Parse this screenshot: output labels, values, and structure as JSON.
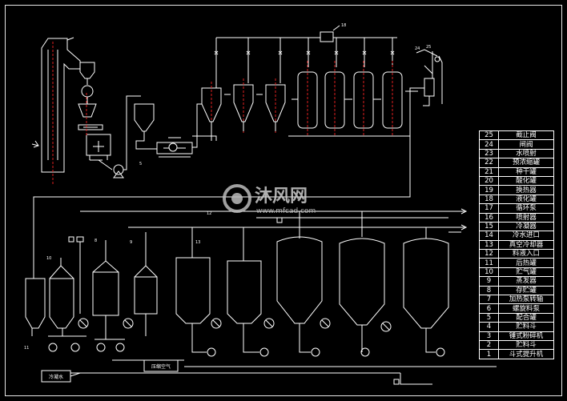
{
  "watermark": {
    "brand": "沐风网",
    "url": "www.mfcad.com"
  },
  "legend": [
    {
      "no": "25",
      "name": "截止阀"
    },
    {
      "no": "24",
      "name": "闸阀"
    },
    {
      "no": "23",
      "name": "水喷射"
    },
    {
      "no": "22",
      "name": "预浓缩罐"
    },
    {
      "no": "21",
      "name": "种干罐"
    },
    {
      "no": "20",
      "name": "酸化罐"
    },
    {
      "no": "19",
      "name": "换热器"
    },
    {
      "no": "18",
      "name": "液化罐"
    },
    {
      "no": "17",
      "name": "循环泵"
    },
    {
      "no": "16",
      "name": "喷射器"
    },
    {
      "no": "15",
      "name": "冷凝器"
    },
    {
      "no": "14",
      "name": "冷水进口"
    },
    {
      "no": "13",
      "name": "真空冷却器"
    },
    {
      "no": "12",
      "name": "料液入口"
    },
    {
      "no": "11",
      "name": "后热罐"
    },
    {
      "no": "10",
      "name": "贮气罐"
    },
    {
      "no": "9",
      "name": "蒸发器"
    },
    {
      "no": "8",
      "name": "存贮罐"
    },
    {
      "no": "7",
      "name": "加热泵转轴"
    },
    {
      "no": "6",
      "name": "螺旋料泵"
    },
    {
      "no": "5",
      "name": "配合罐"
    },
    {
      "no": "4",
      "name": "贮料斗"
    },
    {
      "no": "3",
      "name": "锤式粉碎机"
    },
    {
      "no": "2",
      "name": "贮料斗"
    },
    {
      "no": "1",
      "name": "斗式提升机"
    }
  ],
  "labels": {
    "box_left": "冷凝水",
    "box_mid": "压缩空气"
  }
}
